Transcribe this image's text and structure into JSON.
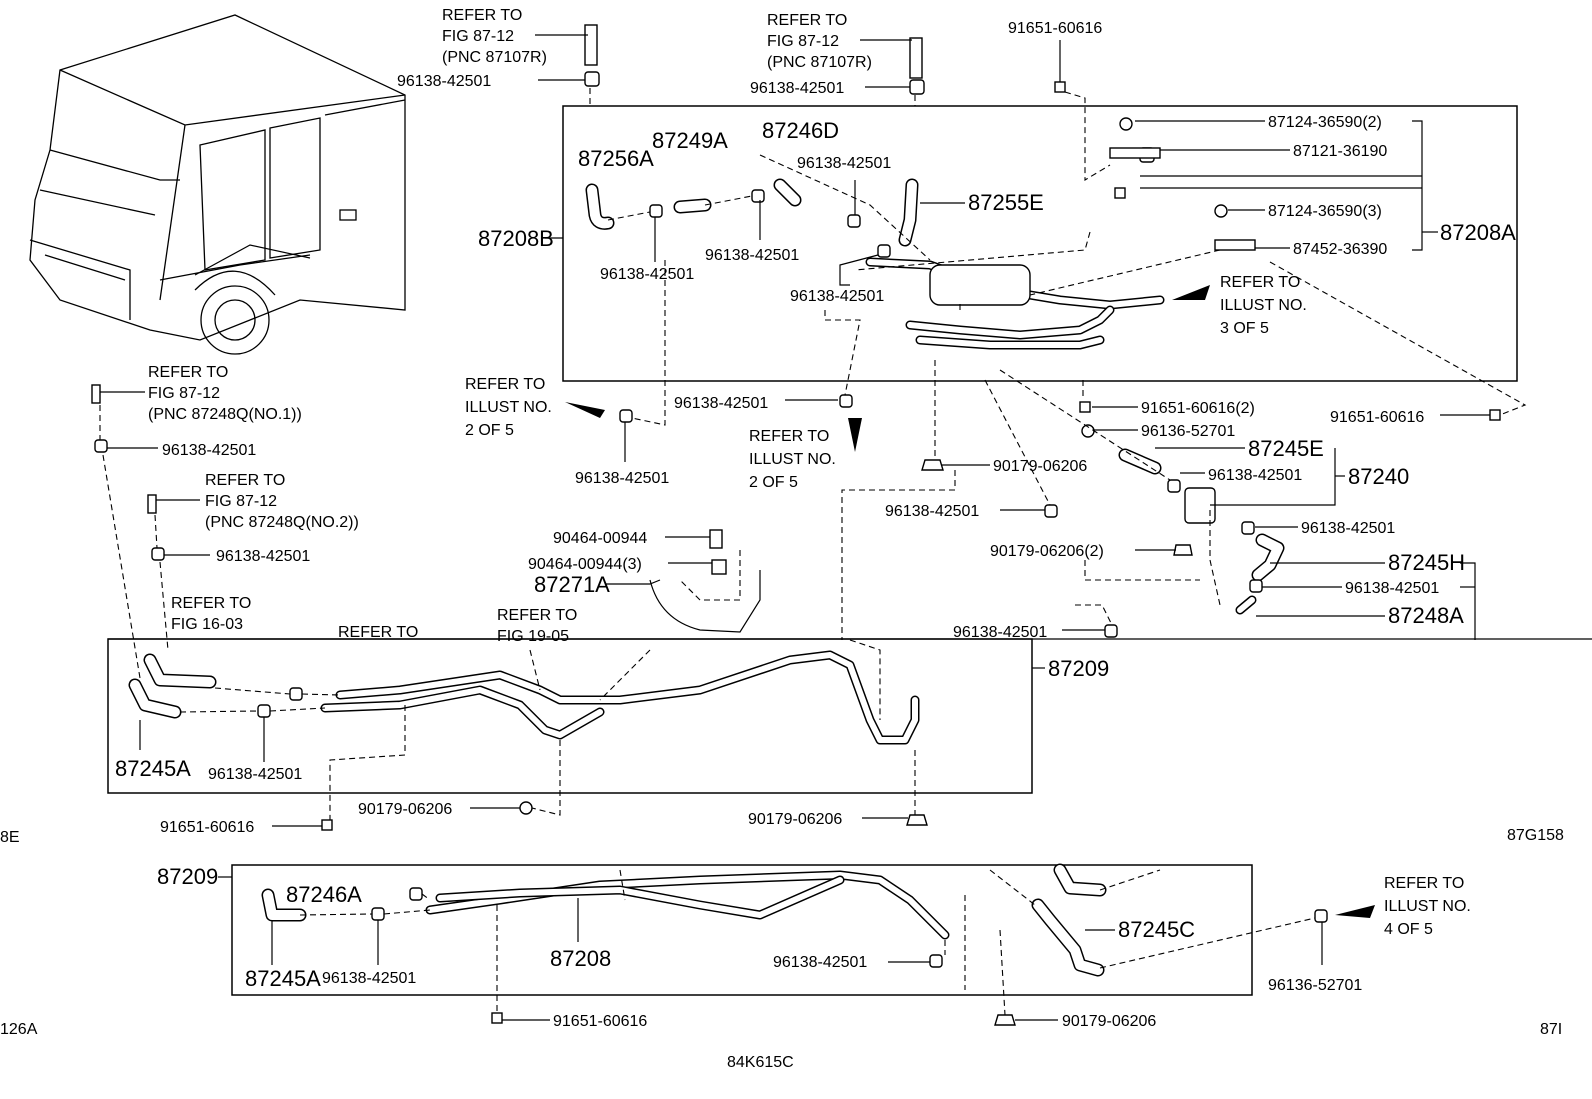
{
  "labels": {
    "p91651_60616_top": "91651-60616",
    "refer_fig_a": "REFER TO",
    "refer_fig_a2": "FIG 87-12",
    "refer_fig_a3": "(PNC 87107R)",
    "refer_fig_b": "REFER TO",
    "refer_fig_b2": "FIG 87-12",
    "refer_fig_b3": "(PNC 87107R)",
    "c1": "96138-42501",
    "c2": "96138-42501",
    "p87124_2": "87124-36590(2)",
    "p87121": "87121-36190",
    "p87124_3": "87124-36590(3)",
    "p87452": "87452-36390",
    "p87208A": "87208A",
    "p87208B": "87208B",
    "p87256A": "87256A",
    "p87249A": "87249A",
    "p87246D": "87246D",
    "c3": "96138-42501",
    "p87255E": "87255E",
    "c4": "96138-42501",
    "c5": "96138-42501",
    "c6": "96138-42501",
    "ref3_1": "REFER TO",
    "ref3_2": "ILLUST NO.",
    "ref3_3": "3 OF 5",
    "ref2a_1": "REFER TO",
    "ref2a_2": "ILLUST NO.",
    "ref2a_3": "2 OF 5",
    "c7": "96138-42501",
    "c8": "96138-42501",
    "p91651_2": "91651-60616(2)",
    "p96136": "96136-52701",
    "p91651_r": "91651-60616",
    "ref2b_1": "REFER TO",
    "ref2b_2": "ILLUST NO.",
    "ref2b_3": "2 OF 5",
    "p87245E": "87245E",
    "c9": "96138-42501",
    "p87240": "87240",
    "p90179_a": "90179-06206",
    "c10": "96138-42501",
    "c11": "96138-42501",
    "p90179_2": "90179-06206(2)",
    "p87245H": "87245H",
    "c12": "96138-42501",
    "p87248A": "87248A",
    "c13": "96138-42501",
    "p90464_a": "90464-00944",
    "p90464_3": "90464-00944(3)",
    "p87271A": "87271A",
    "refL1_1": "REFER TO",
    "refL1_2": "FIG 87-12",
    "refL1_3": "(PNC 87248Q(NO.1))",
    "c14": "96138-42501",
    "refL2_1": "REFER TO",
    "refL2_2": "FIG 87-12",
    "refL2_3": "(PNC 87248Q(NO.2))",
    "c15": "96138-42501",
    "refL3_1": "REFER TO",
    "refL3_2": "FIG 16-03",
    "refL4_1": "REFER TO",
    "refF19_1": "REFER TO",
    "refF19_2": "FIG 19-05",
    "p87209": "87209",
    "p87245A": "87245A",
    "c16": "96138-42501",
    "p90179_b": "90179-06206",
    "p91651_b": "91651-60616",
    "p90179_c": "90179-06206",
    "code_left1": "8E",
    "code_right1": "87G158",
    "p87209_2": "87209",
    "p87246A": "87246A",
    "p87245A_2": "87245A",
    "c17": "96138-42501",
    "p87208": "87208",
    "c18": "96138-42501",
    "p87245C": "87245C",
    "ref4_1": "REFER TO",
    "ref4_2": "ILLUST NO.",
    "ref4_3": "4 OF 5",
    "p96136_b": "96136-52701",
    "p91651_c": "91651-60616",
    "p90179_d": "90179-06206",
    "code_left2": "126A",
    "code_right2": "87I",
    "code_bottom": "84K615C"
  }
}
